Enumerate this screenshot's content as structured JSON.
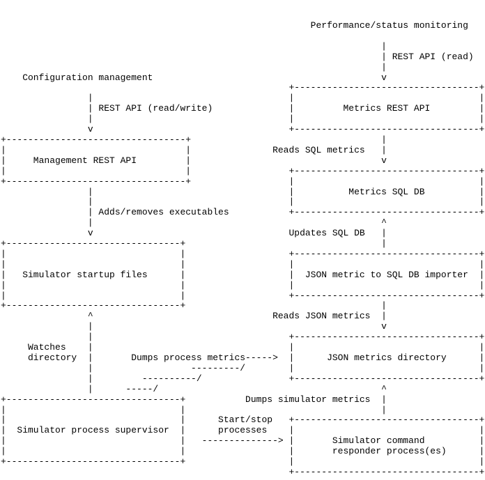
{
  "colors": {
    "text": "#000000",
    "background": "#ffffff"
  },
  "diagram": {
    "kind": "ascii-architecture-diagram",
    "rows": 44,
    "cols": 89,
    "external_actors": [
      "Configuration management",
      "Performance/status monitoring"
    ],
    "nodes": [
      {
        "id": "management-rest-api",
        "label": "Management REST API"
      },
      {
        "id": "simulator-startup-files",
        "label": "Simulator startup files"
      },
      {
        "id": "simulator-process-supervisor",
        "label": "Simulator process supervisor"
      },
      {
        "id": "metrics-rest-api",
        "label": "Metrics REST API"
      },
      {
        "id": "metrics-sql-db",
        "label": "Metrics SQL DB"
      },
      {
        "id": "json-metric-to-sql-db-importer",
        "label": "JSON metric to SQL DB importer"
      },
      {
        "id": "json-metrics-directory",
        "label": "JSON metrics directory"
      },
      {
        "id": "simulator-command-responder",
        "label": "Simulator command responder process(es)"
      }
    ],
    "edges": [
      {
        "from": "Configuration management",
        "to": "Management REST API",
        "label": "REST API (read/write)"
      },
      {
        "from": "Management REST API",
        "to": "Simulator startup files",
        "label": "Adds/removes executables"
      },
      {
        "from": "Simulator process supervisor",
        "to": "Simulator startup files",
        "label": "Watches directory"
      },
      {
        "from": "Simulator process supervisor",
        "to": "JSON metrics directory",
        "label": "Dumps process metrics"
      },
      {
        "from": "Simulator process supervisor",
        "to": "Simulator command responder process(es)",
        "label": "Start/stop processes"
      },
      {
        "from": "Simulator command responder process(es)",
        "to": "JSON metrics directory",
        "label": "Dumps simulator metrics"
      },
      {
        "from": "JSON metric to SQL DB importer",
        "to": "JSON metrics directory",
        "label": "Reads JSON metrics"
      },
      {
        "from": "JSON metric to SQL DB importer",
        "to": "Metrics SQL DB",
        "label": "Updates SQL DB"
      },
      {
        "from": "Metrics REST API",
        "to": "Metrics SQL DB",
        "label": "Reads SQL metrics"
      },
      {
        "from": "Performance/status monitoring",
        "to": "Metrics REST API",
        "label": "REST API (read)"
      }
    ],
    "cells": [
      {
        "row": 0,
        "col": 57,
        "text": "Performance/status monitoring"
      },
      {
        "row": 2,
        "col": 70,
        "text": "|"
      },
      {
        "row": 3,
        "col": 70,
        "text": "| REST API (read)"
      },
      {
        "row": 4,
        "col": 70,
        "text": "|"
      },
      {
        "row": 5,
        "col": 4,
        "text": "Configuration management"
      },
      {
        "row": 5,
        "col": 70,
        "text": "v"
      },
      {
        "row": 6,
        "col": 53,
        "rule": 34
      },
      {
        "row": 7,
        "col": 16,
        "text": "|"
      },
      {
        "row": 7,
        "col": 53,
        "text": "|"
      },
      {
        "row": 7,
        "col": 88,
        "text": "|"
      },
      {
        "row": 8,
        "col": 16,
        "text": "| REST API (read/write)"
      },
      {
        "row": 8,
        "col": 53,
        "text": "|"
      },
      {
        "row": 8,
        "col": 63,
        "text": "Metrics REST API"
      },
      {
        "row": 8,
        "col": 88,
        "text": "|"
      },
      {
        "row": 9,
        "col": 16,
        "text": "|"
      },
      {
        "row": 9,
        "col": 53,
        "text": "|"
      },
      {
        "row": 9,
        "col": 88,
        "text": "|"
      },
      {
        "row": 10,
        "col": 16,
        "text": "v"
      },
      {
        "row": 10,
        "col": 53,
        "rule": 34
      },
      {
        "row": 11,
        "col": 0,
        "rule": 33
      },
      {
        "row": 11,
        "col": 70,
        "text": "|"
      },
      {
        "row": 12,
        "col": 0,
        "text": "|"
      },
      {
        "row": 12,
        "col": 34,
        "text": "|"
      },
      {
        "row": 12,
        "col": 50,
        "text": "Reads SQL metrics"
      },
      {
        "row": 12,
        "col": 70,
        "text": "|"
      },
      {
        "row": 13,
        "col": 0,
        "text": "|"
      },
      {
        "row": 13,
        "col": 6,
        "text": "Management REST API"
      },
      {
        "row": 13,
        "col": 34,
        "text": "|"
      },
      {
        "row": 13,
        "col": 70,
        "text": "v"
      },
      {
        "row": 14,
        "col": 0,
        "text": "|"
      },
      {
        "row": 14,
        "col": 34,
        "text": "|"
      },
      {
        "row": 14,
        "col": 53,
        "rule": 34
      },
      {
        "row": 15,
        "col": 0,
        "rule": 33
      },
      {
        "row": 15,
        "col": 53,
        "text": "|"
      },
      {
        "row": 15,
        "col": 88,
        "text": "|"
      },
      {
        "row": 16,
        "col": 16,
        "text": "|"
      },
      {
        "row": 16,
        "col": 53,
        "text": "|"
      },
      {
        "row": 16,
        "col": 64,
        "text": "Metrics SQL DB"
      },
      {
        "row": 16,
        "col": 88,
        "text": "|"
      },
      {
        "row": 17,
        "col": 16,
        "text": "|"
      },
      {
        "row": 17,
        "col": 53,
        "text": "|"
      },
      {
        "row": 17,
        "col": 88,
        "text": "|"
      },
      {
        "row": 18,
        "col": 16,
        "text": "| Adds/removes executables"
      },
      {
        "row": 18,
        "col": 53,
        "rule": 34
      },
      {
        "row": 19,
        "col": 16,
        "text": "|"
      },
      {
        "row": 19,
        "col": 70,
        "text": "^"
      },
      {
        "row": 20,
        "col": 16,
        "text": "v"
      },
      {
        "row": 20,
        "col": 53,
        "text": "Updates SQL DB"
      },
      {
        "row": 20,
        "col": 70,
        "text": "|"
      },
      {
        "row": 21,
        "col": 0,
        "rule": 32
      },
      {
        "row": 21,
        "col": 70,
        "text": "|"
      },
      {
        "row": 22,
        "col": 0,
        "text": "|"
      },
      {
        "row": 22,
        "col": 33,
        "text": "|"
      },
      {
        "row": 22,
        "col": 53,
        "rule": 34
      },
      {
        "row": 23,
        "col": 0,
        "text": "|"
      },
      {
        "row": 23,
        "col": 33,
        "text": "|"
      },
      {
        "row": 23,
        "col": 53,
        "text": "|"
      },
      {
        "row": 23,
        "col": 88,
        "text": "|"
      },
      {
        "row": 24,
        "col": 0,
        "text": "|"
      },
      {
        "row": 24,
        "col": 4,
        "text": "Simulator startup files"
      },
      {
        "row": 24,
        "col": 33,
        "text": "|"
      },
      {
        "row": 24,
        "col": 53,
        "text": "|"
      },
      {
        "row": 24,
        "col": 56,
        "text": "JSON metric to SQL DB importer"
      },
      {
        "row": 24,
        "col": 88,
        "text": "|"
      },
      {
        "row": 25,
        "col": 0,
        "text": "|"
      },
      {
        "row": 25,
        "col": 33,
        "text": "|"
      },
      {
        "row": 25,
        "col": 53,
        "text": "|"
      },
      {
        "row": 25,
        "col": 88,
        "text": "|"
      },
      {
        "row": 26,
        "col": 0,
        "text": "|"
      },
      {
        "row": 26,
        "col": 33,
        "text": "|"
      },
      {
        "row": 26,
        "col": 53,
        "rule": 34
      },
      {
        "row": 27,
        "col": 0,
        "rule": 32
      },
      {
        "row": 27,
        "col": 70,
        "text": "|"
      },
      {
        "row": 28,
        "col": 16,
        "text": "^"
      },
      {
        "row": 28,
        "col": 50,
        "text": "Reads JSON metrics"
      },
      {
        "row": 28,
        "col": 70,
        "text": "|"
      },
      {
        "row": 29,
        "col": 16,
        "text": "|"
      },
      {
        "row": 29,
        "col": 70,
        "text": "v"
      },
      {
        "row": 30,
        "col": 16,
        "text": "|"
      },
      {
        "row": 30,
        "col": 53,
        "rule": 34
      },
      {
        "row": 31,
        "col": 5,
        "text": "Watches"
      },
      {
        "row": 31,
        "col": 16,
        "text": "|"
      },
      {
        "row": 31,
        "col": 53,
        "text": "|"
      },
      {
        "row": 31,
        "col": 88,
        "text": "|"
      },
      {
        "row": 32,
        "col": 5,
        "text": "directory"
      },
      {
        "row": 32,
        "col": 16,
        "text": "|"
      },
      {
        "row": 32,
        "col": 24,
        "text": "Dumps process metrics----->"
      },
      {
        "row": 32,
        "col": 53,
        "text": "|"
      },
      {
        "row": 32,
        "col": 60,
        "text": "JSON metrics directory"
      },
      {
        "row": 32,
        "col": 88,
        "text": "|"
      },
      {
        "row": 33,
        "col": 16,
        "text": "|"
      },
      {
        "row": 33,
        "col": 35,
        "text": "---------/"
      },
      {
        "row": 33,
        "col": 53,
        "text": "|"
      },
      {
        "row": 33,
        "col": 88,
        "text": "|"
      },
      {
        "row": 34,
        "col": 16,
        "text": "|"
      },
      {
        "row": 34,
        "col": 26,
        "text": "----------/"
      },
      {
        "row": 34,
        "col": 53,
        "rule": 34
      },
      {
        "row": 35,
        "col": 16,
        "text": "|"
      },
      {
        "row": 35,
        "col": 23,
        "text": "-----/"
      },
      {
        "row": 35,
        "col": 70,
        "text": "^"
      },
      {
        "row": 36,
        "col": 0,
        "rule": 32
      },
      {
        "row": 36,
        "col": 45,
        "text": "Dumps simulator metrics"
      },
      {
        "row": 36,
        "col": 70,
        "text": "|"
      },
      {
        "row": 37,
        "col": 0,
        "text": "|"
      },
      {
        "row": 37,
        "col": 33,
        "text": "|"
      },
      {
        "row": 37,
        "col": 70,
        "text": "|"
      },
      {
        "row": 38,
        "col": 0,
        "text": "|"
      },
      {
        "row": 38,
        "col": 33,
        "text": "|"
      },
      {
        "row": 38,
        "col": 40,
        "text": "Start/stop"
      },
      {
        "row": 38,
        "col": 53,
        "rule": 34
      },
      {
        "row": 39,
        "col": 0,
        "text": "|"
      },
      {
        "row": 39,
        "col": 3,
        "text": "Simulator process supervisor"
      },
      {
        "row": 39,
        "col": 33,
        "text": "|"
      },
      {
        "row": 39,
        "col": 40,
        "text": "processes"
      },
      {
        "row": 39,
        "col": 53,
        "text": "|"
      },
      {
        "row": 39,
        "col": 88,
        "text": "|"
      },
      {
        "row": 40,
        "col": 0,
        "text": "|"
      },
      {
        "row": 40,
        "col": 33,
        "text": "|"
      },
      {
        "row": 40,
        "col": 37,
        "text": "-------------->"
      },
      {
        "row": 40,
        "col": 53,
        "text": "|"
      },
      {
        "row": 40,
        "col": 61,
        "text": "Simulator command"
      },
      {
        "row": 40,
        "col": 88,
        "text": "|"
      },
      {
        "row": 41,
        "col": 0,
        "text": "|"
      },
      {
        "row": 41,
        "col": 33,
        "text": "|"
      },
      {
        "row": 41,
        "col": 53,
        "text": "|"
      },
      {
        "row": 41,
        "col": 61,
        "text": "responder process(es)"
      },
      {
        "row": 41,
        "col": 88,
        "text": "|"
      },
      {
        "row": 42,
        "col": 0,
        "rule": 32
      },
      {
        "row": 42,
        "col": 53,
        "text": "|"
      },
      {
        "row": 42,
        "col": 88,
        "text": "|"
      },
      {
        "row": 43,
        "col": 53,
        "rule": 34
      }
    ]
  }
}
